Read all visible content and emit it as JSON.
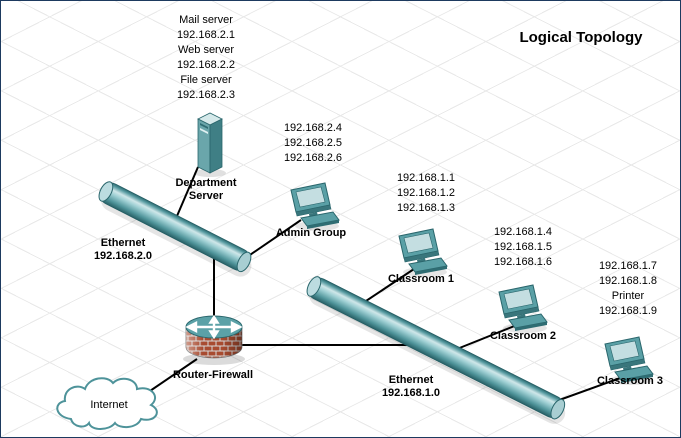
{
  "title": "Logical Topology",
  "ip_blocks": {
    "department_server": [
      "Mail server",
      "192.168.2.1",
      "Web server",
      "192.168.2.2",
      "File server",
      "192.168.2.3"
    ],
    "admin_group": [
      "192.168.2.4",
      "192.168.2.5",
      "192.168.2.6"
    ],
    "classroom1": [
      "192.168.1.1",
      "192.168.1.2",
      "192.168.1.3"
    ],
    "classroom2": [
      "192.168.1.4",
      "192.168.1.5",
      "192.168.1.6"
    ],
    "classroom3": [
      "192.168.1.7",
      "192.168.1.8",
      "Printer",
      "192.168.1.9"
    ]
  },
  "labels": {
    "department_server": "Department\nServer",
    "admin_group": "Admin Group",
    "ethernet_2": "Ethernet\n192.168.2.0",
    "classroom1": "Classroom 1",
    "classroom2": "Classroom 2",
    "classroom3": "Classroom 3",
    "router_firewall": "Router-Firewall",
    "ethernet_1": "Ethernet\n192.168.1.0",
    "internet": "Internet"
  },
  "colors": {
    "device_teal": "#5aa0a6",
    "device_outline": "#2a666c",
    "brick_red": "#a84b30",
    "border_navy": "#1d3a5f"
  }
}
